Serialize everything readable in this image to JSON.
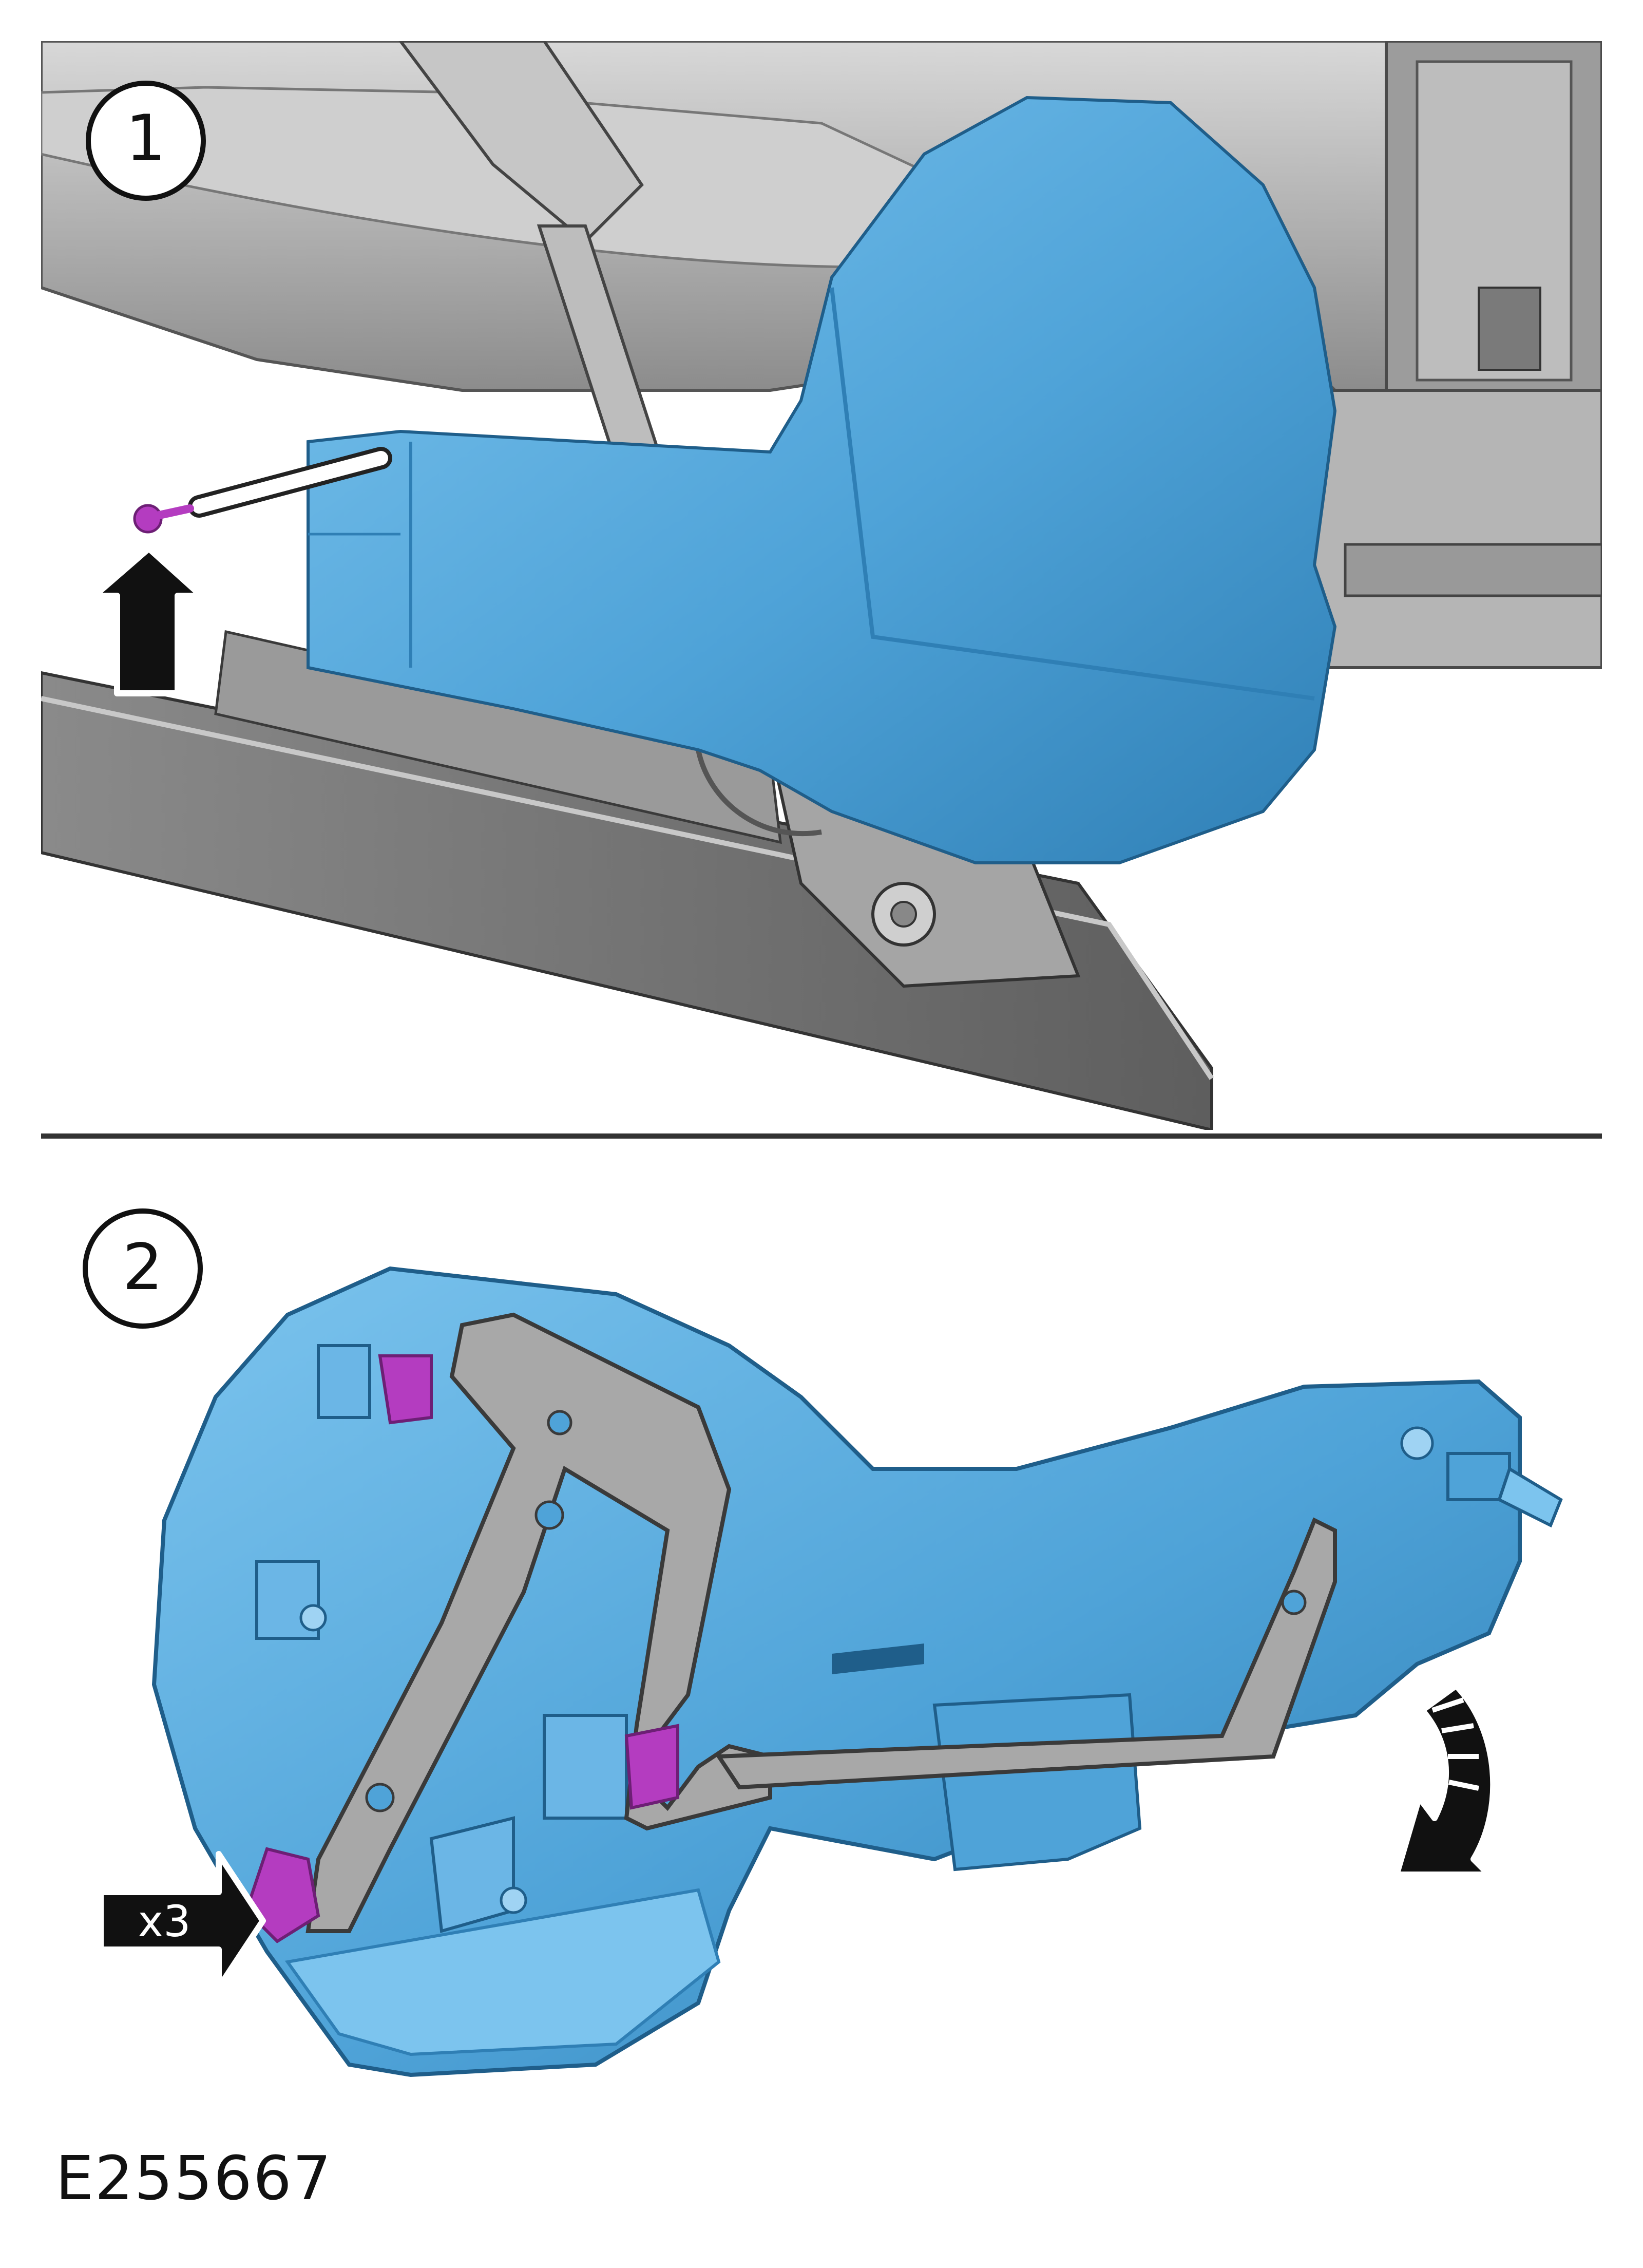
{
  "figure": {
    "step1": {
      "number": "1"
    },
    "step2": {
      "number": "2",
      "quantity_label": "x3"
    },
    "reference_code": "E255667"
  },
  "colors": {
    "panel_blue": "#4fa3d8",
    "panel_blue_dark": "#2f7fb5",
    "panel_blue_light": "#7cc4ee",
    "fastener_magenta": "#b43cc0",
    "frame_grey": "#a8a8a8",
    "frame_grey_dark": "#6e6e6e",
    "arrow_black": "#111111"
  },
  "icons": [
    "upward-arrow-icon",
    "right-arrow-icon",
    "rotate-arrow-icon"
  ]
}
